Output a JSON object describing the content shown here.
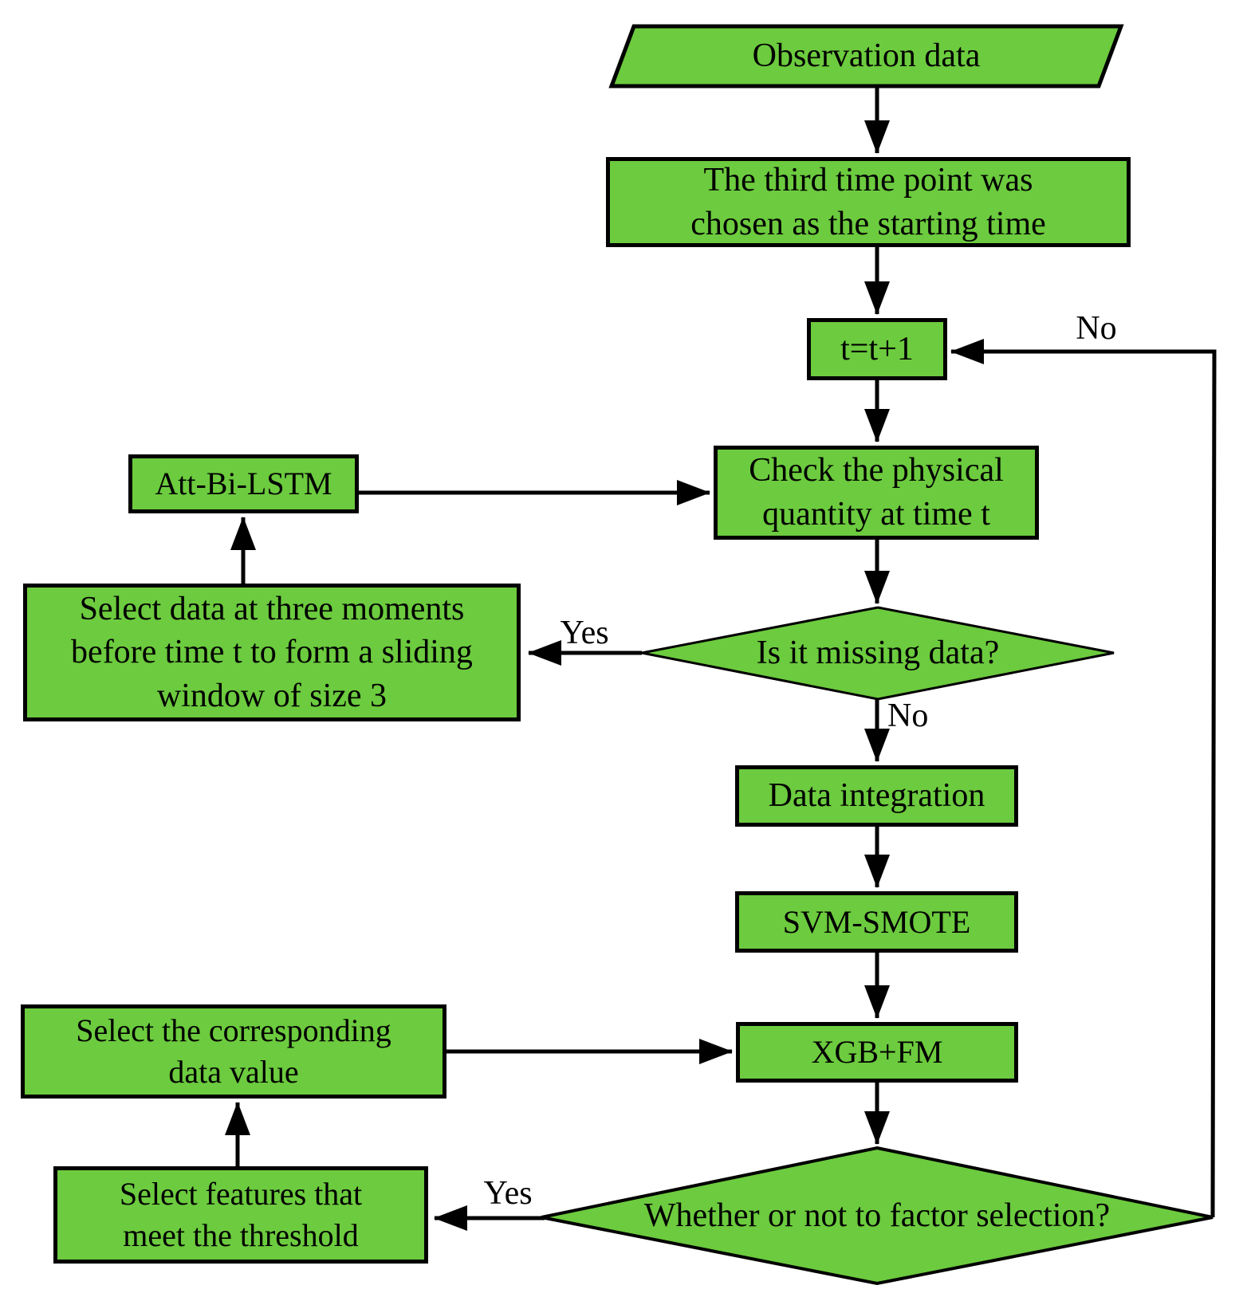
{
  "figure": {
    "type": "flowchart",
    "colors": {
      "node_fill": "#6CCB3E",
      "node_border": "#000000",
      "arrow": "#000000",
      "text": "#000000",
      "background": "#FFFFFF"
    },
    "nodes": {
      "observation_data": {
        "shape": "parallelogram",
        "label": "Observation data"
      },
      "starting_time": {
        "shape": "rect",
        "label": "The third time point was\nchosen as the starting time"
      },
      "increment_t": {
        "shape": "rect",
        "label": "t=t+1"
      },
      "check_quantity": {
        "shape": "rect",
        "label": "Check the physical\nquantity at time t"
      },
      "att_bi_lstm": {
        "shape": "rect",
        "label": "Att-Bi-LSTM"
      },
      "sliding_window": {
        "shape": "rect",
        "label": "Select data at three moments\nbefore time t to form a sliding\nwindow of size 3"
      },
      "missing_data": {
        "shape": "diamond",
        "label": "Is it missing data?"
      },
      "data_integration": {
        "shape": "rect",
        "label": "Data integration"
      },
      "svm_smote": {
        "shape": "rect",
        "label": "SVM-SMOTE"
      },
      "select_value": {
        "shape": "rect",
        "label": "Select the corresponding\ndata value"
      },
      "xgb_fm": {
        "shape": "rect",
        "label": "XGB+FM"
      },
      "select_features": {
        "shape": "rect",
        "label": "Select features that\nmeet the threshold"
      },
      "factor_selection": {
        "shape": "diamond",
        "label": "Whether or not to factor selection?"
      }
    },
    "edges": [
      {
        "from": "observation_data",
        "to": "starting_time",
        "label": ""
      },
      {
        "from": "starting_time",
        "to": "increment_t",
        "label": ""
      },
      {
        "from": "increment_t",
        "to": "check_quantity",
        "label": ""
      },
      {
        "from": "check_quantity",
        "to": "missing_data",
        "label": ""
      },
      {
        "from": "missing_data",
        "to": "sliding_window",
        "label": "Yes"
      },
      {
        "from": "missing_data",
        "to": "data_integration",
        "label": "No"
      },
      {
        "from": "sliding_window",
        "to": "att_bi_lstm",
        "label": ""
      },
      {
        "from": "att_bi_lstm",
        "to": "check_quantity",
        "label": ""
      },
      {
        "from": "data_integration",
        "to": "svm_smote",
        "label": ""
      },
      {
        "from": "svm_smote",
        "to": "xgb_fm",
        "label": ""
      },
      {
        "from": "select_value",
        "to": "xgb_fm",
        "label": ""
      },
      {
        "from": "xgb_fm",
        "to": "factor_selection",
        "label": ""
      },
      {
        "from": "factor_selection",
        "to": "select_features",
        "label": "Yes"
      },
      {
        "from": "select_features",
        "to": "select_value",
        "label": ""
      },
      {
        "from": "factor_selection",
        "to": "increment_t",
        "label": "No"
      }
    ]
  }
}
